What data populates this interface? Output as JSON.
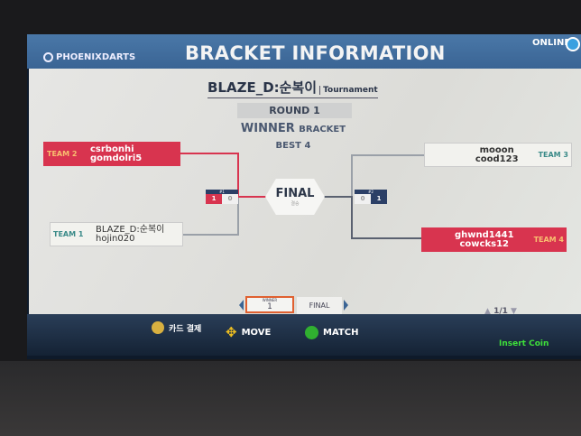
{
  "header": {
    "logo": "PHOENIXDARTS",
    "title": "BRACKET INFORMATION",
    "status": "ONLINE"
  },
  "tournament": {
    "name": "BLAZE_D:순복이",
    "type": "Tournament",
    "round": "ROUND 1",
    "bracket_main": "WINNER",
    "bracket_sub": "BRACKET",
    "best": "BEST 4"
  },
  "teams": [
    {
      "label": "TEAM 2",
      "p1": "csrbonhi",
      "p2": "gomdolri5"
    },
    {
      "label": "TEAM 1",
      "p1": "BLAZE_D:순복이",
      "p2": "hojin020"
    },
    {
      "label": "TEAM 3",
      "p1": "mooon",
      "p2": "cood123"
    },
    {
      "label": "TEAM 4",
      "p1": "ghwnd1441",
      "p2": "cowcks12"
    }
  ],
  "matches": [
    {
      "id": "#1",
      "left": "1",
      "right": "0"
    },
    {
      "id": "#2",
      "left": "0",
      "right": "1"
    }
  ],
  "final": {
    "label": "FINAL",
    "sub": "결승"
  },
  "nav": {
    "tab1_label": "WINNER",
    "tab1_value": "1",
    "tab2": "FINAL",
    "page": "1/1"
  },
  "footer": {
    "card": "카드 결제",
    "move": "MOVE",
    "match": "MATCH",
    "coin": "Insert Coin"
  },
  "colors": {
    "red": "#d8344f",
    "blue": "#3a6494",
    "coin": "#3ee03a"
  }
}
